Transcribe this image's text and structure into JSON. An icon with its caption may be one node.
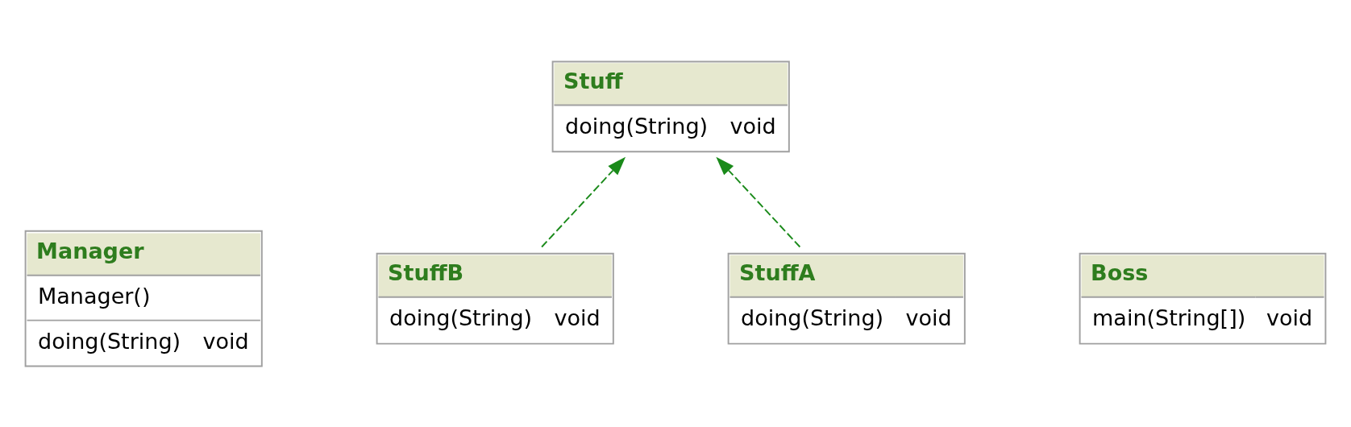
{
  "diagram": {
    "nodes": [
      {
        "text": [
          "Manager",
          "Manager()",
          "doing(String)",
          "void"
        ]
      },
      {
        "text": [
          "Stuff",
          "doing(String)",
          "void"
        ]
      },
      {
        "text": [
          "Boss",
          "main(String[])",
          "void"
        ]
      },
      {
        "text": [
          "StuffB",
          "doing(String)",
          "void"
        ]
      },
      {
        "text": [
          "StuffA",
          "doing(String)",
          "void"
        ]
      }
    ],
    "edges": [
      {
        "from": 3,
        "to": 1,
        "arrow": "to",
        "style": "dashed",
        "color": "#1a8a1a"
      },
      {
        "from": 4,
        "to": 1,
        "arrow": "to",
        "style": "dashed",
        "color": "#1a8a1a"
      }
    ]
  }
}
